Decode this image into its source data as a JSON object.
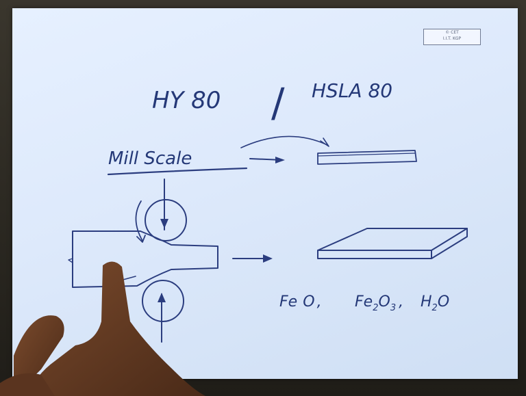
{
  "board": {
    "title_left": "HY 80",
    "title_sep": "/",
    "title_right": "HSLA 80",
    "label_mill_scale": "Mill Scale",
    "formula": "FeO , Fe2O3 , H2O",
    "formula_parts": {
      "fe": "Fe",
      "o": "O",
      "sep1": ",",
      "fe2": "Fe",
      "sub2": "2",
      "o2": "O",
      "sub3": "3",
      "sep2": ",",
      "h": "H",
      "hsub": "2",
      "ho": "O"
    },
    "stamp_line1": "© CET",
    "stamp_line2": "I.I.T. KGP"
  },
  "colors": {
    "ink": "#2b3d7f",
    "paper": "#dde9fb",
    "background": "#2b2a24"
  }
}
